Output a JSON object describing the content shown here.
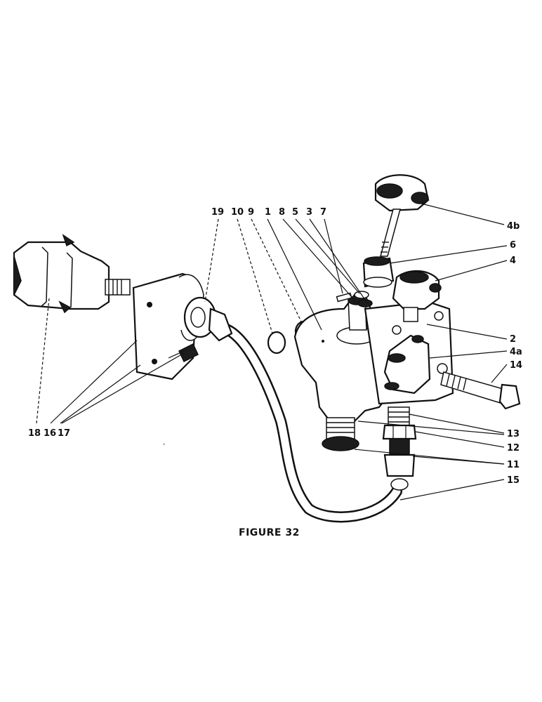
{
  "figure": {
    "caption": "FIGURE 32"
  },
  "labels": {
    "p19": "19",
    "p10": "10",
    "p9": "9",
    "p1": "1",
    "p8": "8",
    "p5": "5",
    "p3": "3",
    "p7": "7",
    "p4b": "4b",
    "p6": "6",
    "p4": "4",
    "p2": "2",
    "p4a": "4a",
    "p14": "14",
    "p13": "13",
    "p12": "12",
    "p11": "11",
    "p15": "15",
    "p18": "18",
    "p16": "16",
    "p17": "17"
  }
}
